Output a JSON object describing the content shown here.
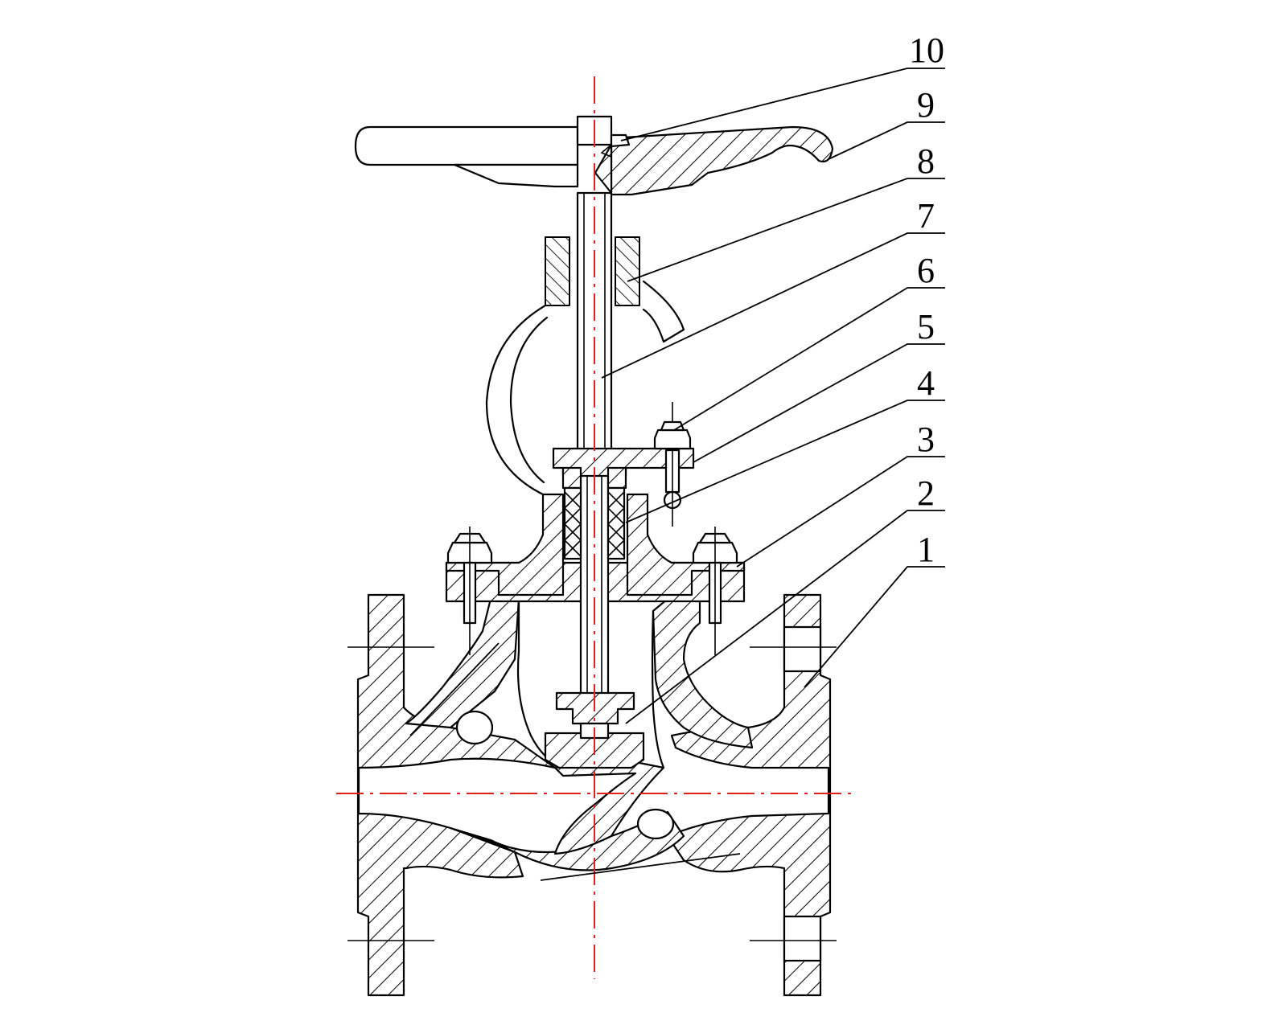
{
  "callouts": [
    {
      "id": "1",
      "label": "1"
    },
    {
      "id": "2",
      "label": "2"
    },
    {
      "id": "3",
      "label": "3"
    },
    {
      "id": "4",
      "label": "4"
    },
    {
      "id": "5",
      "label": "5"
    },
    {
      "id": "6",
      "label": "6"
    },
    {
      "id": "7",
      "label": "7"
    },
    {
      "id": "8",
      "label": "8"
    },
    {
      "id": "9",
      "label": "9"
    },
    {
      "id": "10",
      "label": "10"
    }
  ],
  "colors": {
    "line": "#000000",
    "centerline": "#e0201c",
    "background": "#ffffff"
  }
}
